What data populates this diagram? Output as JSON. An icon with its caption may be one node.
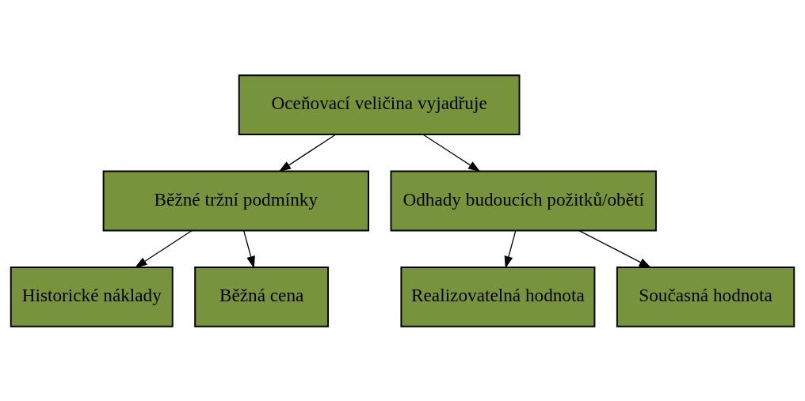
{
  "diagram": {
    "nodes": [
      {
        "text": [
          "Oceňovací veličina vyjadřuje"
        ]
      },
      {
        "text": [
          "Běžné tržní podmínky"
        ]
      },
      {
        "text": [
          "Odhady budoucích požitků/obětí"
        ]
      },
      {
        "text": [
          "Historické náklady"
        ]
      },
      {
        "text": [
          "Běžná cena"
        ]
      },
      {
        "text": [
          "Realizovatelná hodnota"
        ]
      },
      {
        "text": [
          "Současná hodnota"
        ]
      }
    ],
    "edges": [
      {
        "from": 0,
        "to": 1,
        "arrow": "to"
      },
      {
        "from": 0,
        "to": 2,
        "arrow": "to"
      },
      {
        "from": 1,
        "to": 3,
        "arrow": "to"
      },
      {
        "from": 1,
        "to": 4,
        "arrow": "to"
      },
      {
        "from": 2,
        "to": 5,
        "arrow": "to"
      },
      {
        "from": 2,
        "to": 6,
        "arrow": "to"
      }
    ]
  }
}
